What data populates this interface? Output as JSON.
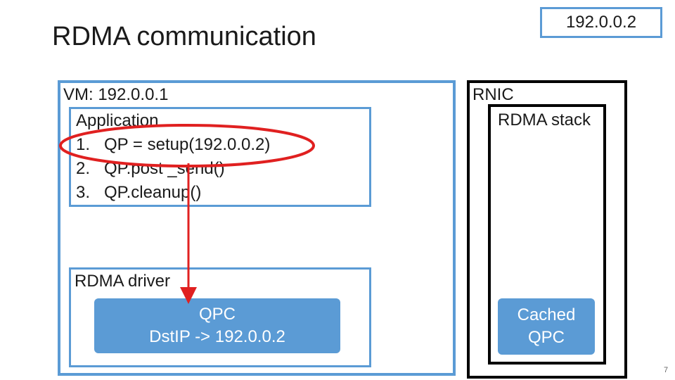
{
  "slide": {
    "title": "RDMA communication",
    "page_number": "7"
  },
  "remote": {
    "ip": "192.0.0.2"
  },
  "vm": {
    "label": "VM: 192.0.0.1",
    "application": {
      "label": "Application",
      "steps": [
        {
          "num": "1.",
          "text": "QP = setup(192.0.0.2)"
        },
        {
          "num": "2.",
          "text": "QP.post _send()"
        },
        {
          "num": "3.",
          "text": "QP.cleanup()"
        }
      ]
    },
    "driver": {
      "label": "RDMA driver",
      "qpc": {
        "line1": "QPC",
        "line2": "DstIP -> 192.0.0.2"
      }
    }
  },
  "rnic": {
    "label": "RNIC",
    "stack_label": "RDMA stack",
    "cached": {
      "line1": "Cached",
      "line2": "QPC"
    }
  },
  "colors": {
    "box_border": "#5b9bd5",
    "box_fill": "#5b9bd5",
    "highlight": "#e02020",
    "rnic_border": "#000000"
  }
}
